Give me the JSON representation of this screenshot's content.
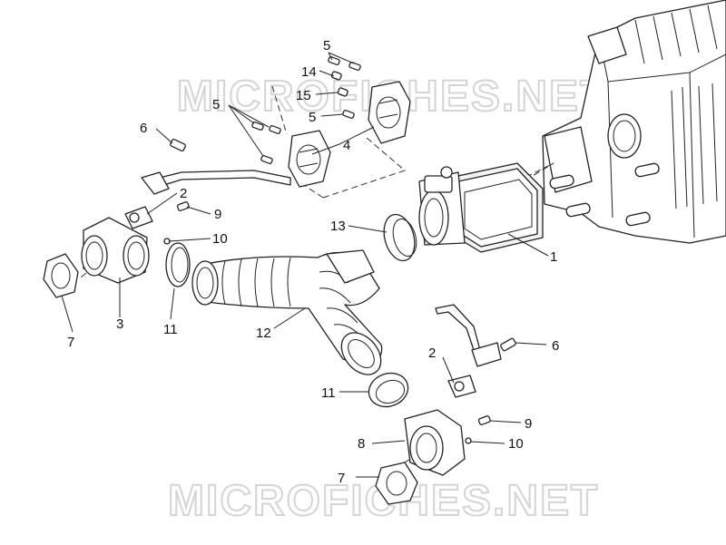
{
  "watermark": {
    "top": "MICROFICHES.NET",
    "bottom": "MICROFICHES.NET"
  },
  "callouts": {
    "c1": "1",
    "c2_top": "2",
    "c2_mid": "2",
    "c3": "3",
    "c4": "4",
    "c5_top": "5",
    "c5_left": "5",
    "c5_mid": "5",
    "c6_top": "6",
    "c6_right": "6",
    "c7_left": "7",
    "c7_bottom": "7",
    "c8": "8",
    "c9_top": "9",
    "c9_bottom": "9",
    "c10_top": "10",
    "c10_bottom": "10",
    "c11_left": "11",
    "c11_mid": "11",
    "c12": "12",
    "c13": "13",
    "c14": "14",
    "c15": "15"
  }
}
